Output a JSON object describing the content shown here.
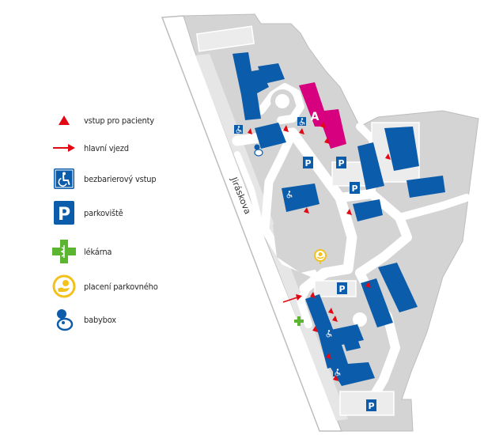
{
  "legend": {
    "items": [
      {
        "id": "entrance",
        "label": "vstup pro pacienty",
        "icon": "red-triangle-icon",
        "color": "#e30613"
      },
      {
        "id": "main-entry",
        "label": "hlavní vjezd",
        "icon": "red-arrow-icon",
        "color": "#e30613"
      },
      {
        "id": "accessible",
        "label": "bezbarierový vstup",
        "icon": "wheelchair-icon",
        "color": "#0b5cab"
      },
      {
        "id": "parking",
        "label": "parkoviště",
        "icon": "parking-icon",
        "color": "#0b5cab"
      },
      {
        "id": "pharmacy",
        "label": "lékárna",
        "icon": "pharmacy-cross-icon",
        "color": "#5bb531"
      },
      {
        "id": "parking-pay",
        "label": "placení parkovného",
        "icon": "coin-hand-icon",
        "color": "#f2c11c"
      },
      {
        "id": "babybox",
        "label": "babybox",
        "icon": "babybox-icon",
        "color": "#0b5cab"
      }
    ]
  },
  "map": {
    "street": "Jiráskova",
    "building_a_label": "A",
    "parking_label": "P",
    "colors": {
      "ground": "#d4d4d4",
      "road": "#ffffff",
      "building": "#0b5cab",
      "building_a": "#d7007f",
      "marker": "#e30613"
    }
  }
}
